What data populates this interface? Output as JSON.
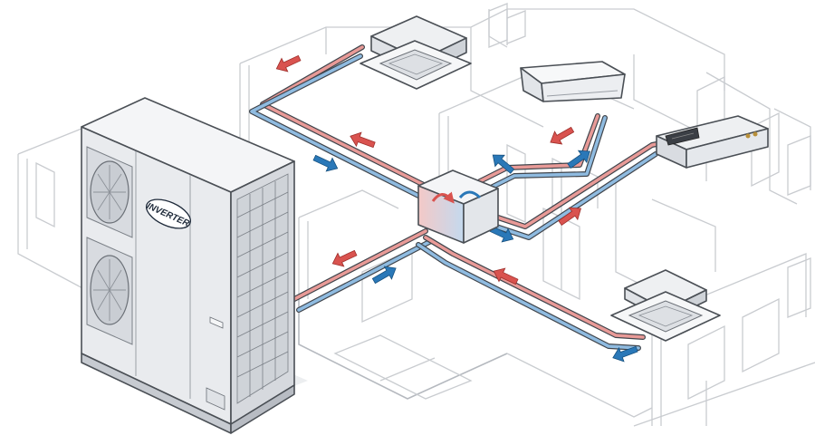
{
  "outdoor_unit": {
    "brand_label": "INVERTER"
  },
  "colors": {
    "supply_pipe": "#d9534f",
    "return_pipe": "#2a78b8",
    "pipe_outline": "#40454c",
    "unit_face": "#e9ebee",
    "unit_side": "#d6d9de",
    "unit_top": "#f3f4f6",
    "walls": "#c9ccd0"
  },
  "icons": {
    "supply_flow": "arrow-red",
    "return_flow": "arrow-blue"
  },
  "indoor_units": [
    {
      "type": "ceiling-cassette",
      "position": "top-center"
    },
    {
      "type": "wall-mounted-split",
      "position": "top-right"
    },
    {
      "type": "ducted",
      "position": "right"
    },
    {
      "type": "ceiling-cassette",
      "position": "bottom-right"
    }
  ]
}
